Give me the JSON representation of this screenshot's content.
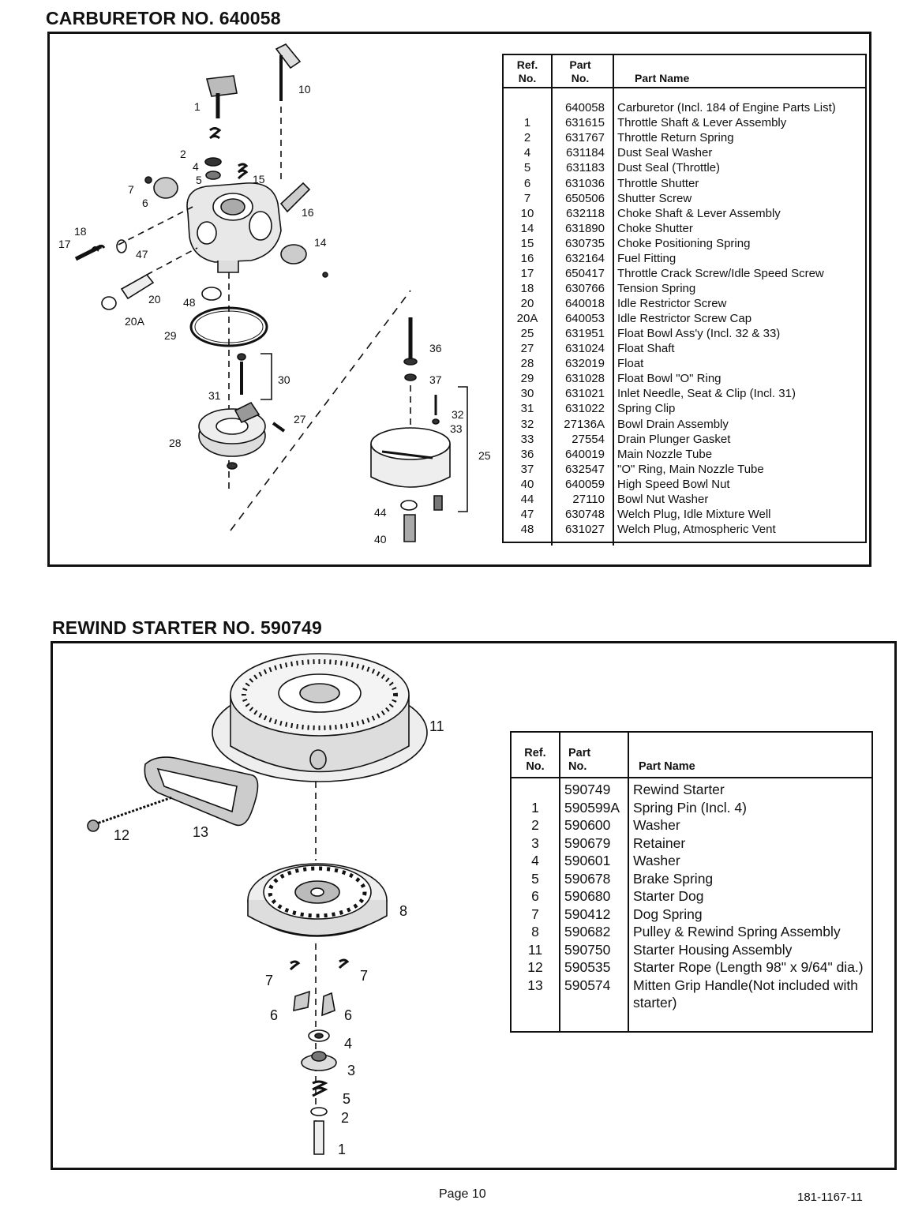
{
  "carburetor": {
    "title": "CARBURETOR NO. 640058",
    "headers": {
      "ref": "Ref.\nNo.",
      "part": "Part\nNo.",
      "name": "Part Name"
    },
    "rows": [
      {
        "ref": "",
        "part": "640058",
        "name": "Carburetor (Incl. 184 of Engine Parts List)"
      },
      {
        "ref": "1",
        "part": "631615",
        "name": "Throttle Shaft & Lever Assembly"
      },
      {
        "ref": "2",
        "part": "631767",
        "name": "Throttle Return Spring"
      },
      {
        "ref": "4",
        "part": "631184",
        "name": "Dust Seal Washer"
      },
      {
        "ref": "5",
        "part": "631183",
        "name": "Dust Seal (Throttle)"
      },
      {
        "ref": "6",
        "part": "631036",
        "name": "Throttle Shutter"
      },
      {
        "ref": "7",
        "part": "650506",
        "name": "Shutter Screw"
      },
      {
        "ref": "10",
        "part": "632118",
        "name": "Choke Shaft & Lever Assembly"
      },
      {
        "ref": "14",
        "part": "631890",
        "name": "Choke Shutter"
      },
      {
        "ref": "15",
        "part": "630735",
        "name": "Choke Positioning Spring"
      },
      {
        "ref": "16",
        "part": "632164",
        "name": "Fuel Fitting"
      },
      {
        "ref": "17",
        "part": "650417",
        "name": "Throttle Crack Screw/Idle Speed Screw"
      },
      {
        "ref": "18",
        "part": "630766",
        "name": "Tension Spring"
      },
      {
        "ref": "20",
        "part": "640018",
        "name": "Idle Restrictor Screw"
      },
      {
        "ref": "20A",
        "part": "640053",
        "name": "Idle Restrictor Screw Cap"
      },
      {
        "ref": "25",
        "part": "631951",
        "name": "Float Bowl Ass'y (Incl. 32 & 33)"
      },
      {
        "ref": "27",
        "part": "631024",
        "name": "Float Shaft"
      },
      {
        "ref": "28",
        "part": "632019",
        "name": "Float"
      },
      {
        "ref": "29",
        "part": "631028",
        "name": "Float Bowl \"O\" Ring"
      },
      {
        "ref": "30",
        "part": "631021",
        "name": "Inlet Needle, Seat & Clip (Incl. 31)"
      },
      {
        "ref": "31",
        "part": "631022",
        "name": "Spring Clip"
      },
      {
        "ref": "32",
        "part": "27136A",
        "name": "Bowl Drain Assembly"
      },
      {
        "ref": "33",
        "part": "27554",
        "name": "Drain Plunger Gasket"
      },
      {
        "ref": "36",
        "part": "640019",
        "name": "Main Nozzle Tube"
      },
      {
        "ref": "37",
        "part": "632547",
        "name": "\"O\" Ring, Main Nozzle Tube"
      },
      {
        "ref": "40",
        "part": "640059",
        "name": "High Speed Bowl Nut"
      },
      {
        "ref": "44",
        "part": "27110",
        "name": "Bowl Nut Washer"
      },
      {
        "ref": "47",
        "part": "630748",
        "name": "Welch Plug, Idle Mixture Well"
      },
      {
        "ref": "48",
        "part": "631027",
        "name": "Welch Plug, Atmospheric Vent"
      }
    ],
    "callouts": [
      "1",
      "2",
      "4",
      "5",
      "6",
      "7",
      "10",
      "14",
      "15",
      "16",
      "17",
      "18",
      "20",
      "20A",
      "25",
      "27",
      "28",
      "29",
      "30",
      "31",
      "32",
      "33",
      "36",
      "37",
      "40",
      "44",
      "47",
      "48"
    ]
  },
  "starter": {
    "title": "REWIND STARTER NO. 590749",
    "headers": {
      "ref": "Ref.\nNo.",
      "part": "Part\nNo.",
      "name": "Part Name"
    },
    "rows": [
      {
        "ref": "",
        "part": "590749",
        "name": "Rewind Starter"
      },
      {
        "ref": "1",
        "part": "590599A",
        "name": "Spring Pin (Incl. 4)"
      },
      {
        "ref": "2",
        "part": "590600",
        "name": "Washer"
      },
      {
        "ref": "3",
        "part": "590679",
        "name": "Retainer"
      },
      {
        "ref": "4",
        "part": "590601",
        "name": "Washer"
      },
      {
        "ref": "5",
        "part": "590678",
        "name": "Brake Spring"
      },
      {
        "ref": "6",
        "part": "590680",
        "name": "Starter Dog"
      },
      {
        "ref": "7",
        "part": "590412",
        "name": "Dog Spring"
      },
      {
        "ref": "8",
        "part": "590682",
        "name": "Pulley & Rewind Spring Assembly"
      },
      {
        "ref": "11",
        "part": "590750",
        "name": "Starter Housing Assembly"
      },
      {
        "ref": "12",
        "part": "590535",
        "name": "Starter Rope (Length 98\" x 9/64\" dia.)"
      },
      {
        "ref": "13",
        "part": "590574",
        "name": "Mitten Grip Handle(Not included with starter)"
      }
    ],
    "callouts": [
      "1",
      "2",
      "3",
      "4",
      "5",
      "6",
      "7",
      "8",
      "11",
      "12",
      "13"
    ]
  },
  "footer": {
    "page": "Page 10",
    "doc_number": "181-1167-11"
  }
}
